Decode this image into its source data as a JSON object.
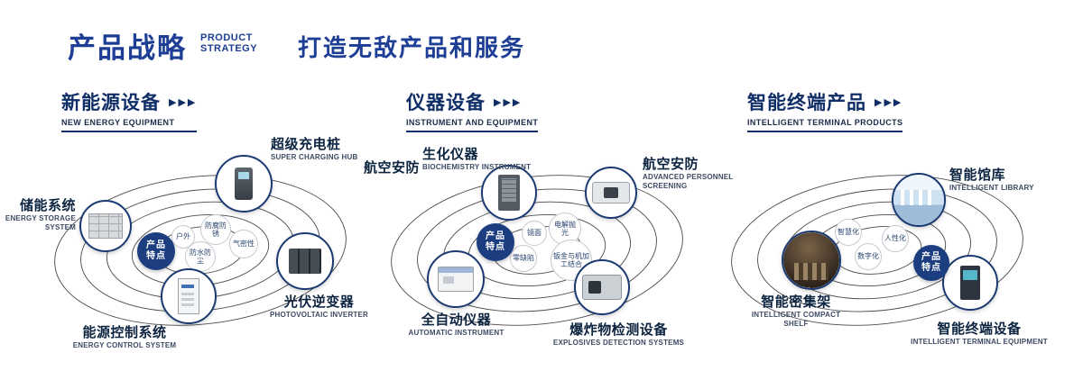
{
  "colors": {
    "primary_blue": "#1d3e94",
    "section_navy": "#0f2d66",
    "badge_bg": "#1c3e80"
  },
  "header": {
    "title": "产品战略",
    "subtitle_line1": "PRODUCT",
    "subtitle_line2": "STRATEGY",
    "tagline": "打造无敌产品和服务"
  },
  "arrows": "▶▶▶",
  "center_badge": {
    "line1": "产品",
    "line2": "特点"
  },
  "sections": [
    {
      "title": "新能源设备",
      "subtitle": "NEW ENERGY EQUIPMENT",
      "products": [
        {
          "zh": "超级充电桩",
          "en": "SUPER CHARGING HUB"
        },
        {
          "zh": "储能系统",
          "en": "ENERGY STORAGE SYSTEM"
        },
        {
          "zh": "光伏逆变器",
          "en": "PHOTOVOLTAIC INVERTER"
        },
        {
          "zh": "能源控制系统",
          "en": "ENERGY CONTROL SYSTEM"
        }
      ],
      "features": [
        "户外",
        "防腐防锈",
        "气密性",
        "防水防尘"
      ]
    },
    {
      "title": "仪器设备",
      "subtitle": "INSTRUMENT AND EQUIPMENT",
      "side_label": "航空安防",
      "products": [
        {
          "zh": "生化仪器",
          "en": "BIOCHEMISTRY INSTRUMENT"
        },
        {
          "zh": "航空安防",
          "en": "ADVANCED PERSONNEL SCREENING"
        },
        {
          "zh": "全自动仪器",
          "en": "AUTOMATIC INSTRUMENT"
        },
        {
          "zh": "爆炸物检测设备",
          "en": "EXPLOSIVES DETECTION SYSTEMS"
        }
      ],
      "features": [
        "镜面",
        "电解抛光",
        "零缺陷",
        "钣金与机加工结合"
      ]
    },
    {
      "title": "智能终端产品",
      "subtitle": "INTELLIGENT TERMINAL PRODUCTS",
      "products": [
        {
          "zh": "智能馆库",
          "en": "INTELLIGENT LIBRARY"
        },
        {
          "zh": "智能密集架",
          "en": "INTELLIGENT COMPACT SHELF"
        },
        {
          "zh": "智能终端设备",
          "en": "INTELLIGENT TERMINAL EQUIPMENT"
        }
      ],
      "features": [
        "智慧化",
        "人性化",
        "数字化"
      ]
    }
  ]
}
